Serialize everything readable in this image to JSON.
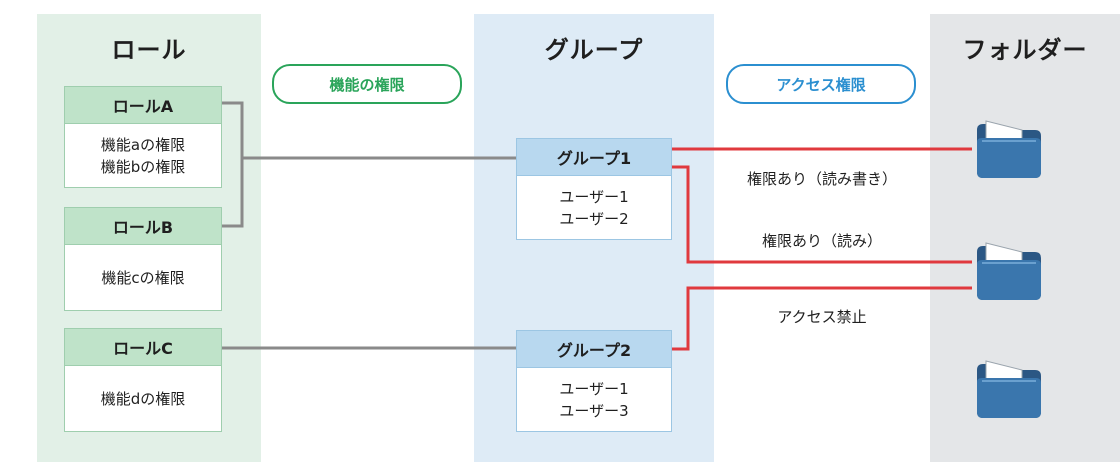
{
  "columns": {
    "role": {
      "title": "ロール"
    },
    "group": {
      "title": "グループ"
    },
    "folder": {
      "title": "フォルダー"
    }
  },
  "relations": {
    "function_permission": "機能の権限",
    "access_permission": "アクセス権限"
  },
  "roles": [
    {
      "name": "ロールA",
      "permissions": [
        "機能aの権限",
        "機能bの権限"
      ]
    },
    {
      "name": "ロールB",
      "permissions": [
        "機能cの権限"
      ]
    },
    {
      "name": "ロールC",
      "permissions": [
        "機能dの権限"
      ]
    }
  ],
  "groups": [
    {
      "name": "グループ1",
      "members": [
        "ユーザー1",
        "ユーザー2"
      ]
    },
    {
      "name": "グループ2",
      "members": [
        "ユーザー1",
        "ユーザー3"
      ]
    }
  ],
  "access_labels": {
    "read_write": "権限あり（読み書き）",
    "read": "権限あり（読み）",
    "denied": "アクセス禁止"
  },
  "colors": {
    "role_bg": "#e2f0e7",
    "group_bg": "#deebf6",
    "folder_bg": "#e4e6e8",
    "role_link": "#8a8a8a",
    "access_link": "#e0393e",
    "function_pill": "#2aa45a",
    "access_pill": "#2b8fd0",
    "folder_icon": "#2e5f8e"
  },
  "icons": {
    "folder": "folder-icon"
  }
}
